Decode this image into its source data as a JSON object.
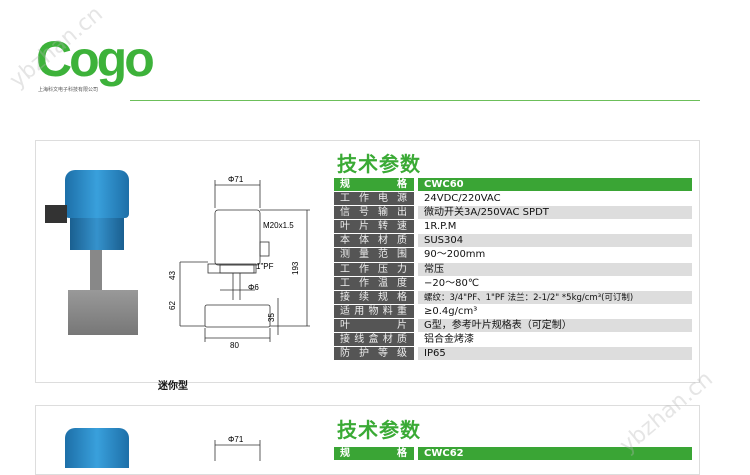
{
  "logo": {
    "word": "Cogo",
    "subtitle": "上海科文电子科技有限公司"
  },
  "watermark": "ybzhan.cn",
  "panel1": {
    "title": "技术参数",
    "caption": "迷你型",
    "drawing": {
      "top_dia": "Φ71",
      "cable": "M20x1.5",
      "thread": "1\"PF",
      "shaft_dia": "Φ6",
      "height": "193",
      "h1": "43",
      "h2": "62",
      "blade_h": "35",
      "blade_w": "80"
    },
    "rows": [
      {
        "label": "规格",
        "value": "CWC60"
      },
      {
        "label": "工作电源",
        "value": "24VDC/220VAC"
      },
      {
        "label": "信号输出",
        "value": "微动开关3A/250VAC SPDT"
      },
      {
        "label": "叶片转速",
        "value": "1R.P.M"
      },
      {
        "label": "本体材质",
        "value": "SUS304"
      },
      {
        "label": "测量范围",
        "value": "90～200mm"
      },
      {
        "label": "工作压力",
        "value": "常压"
      },
      {
        "label": "工作温度",
        "value": "−20～80℃"
      },
      {
        "label": "接续规格",
        "value": "螺纹：3/4\"PF、1\"PF 法兰：2-1/2\" *5kg/cm³(可订制)"
      },
      {
        "label": "适用物料重",
        "value": "≥0.4g/cm³"
      },
      {
        "label": "叶片",
        "value": "G型，参考叶片规格表（可定制）"
      },
      {
        "label": "接线盒材质",
        "value": "铝合金烤漆"
      },
      {
        "label": "防护等级",
        "value": "IP65"
      }
    ]
  },
  "panel2": {
    "title": "技术参数",
    "top_dia": "Φ71",
    "rows": [
      {
        "label": "规格",
        "value": "CWC62"
      }
    ]
  }
}
